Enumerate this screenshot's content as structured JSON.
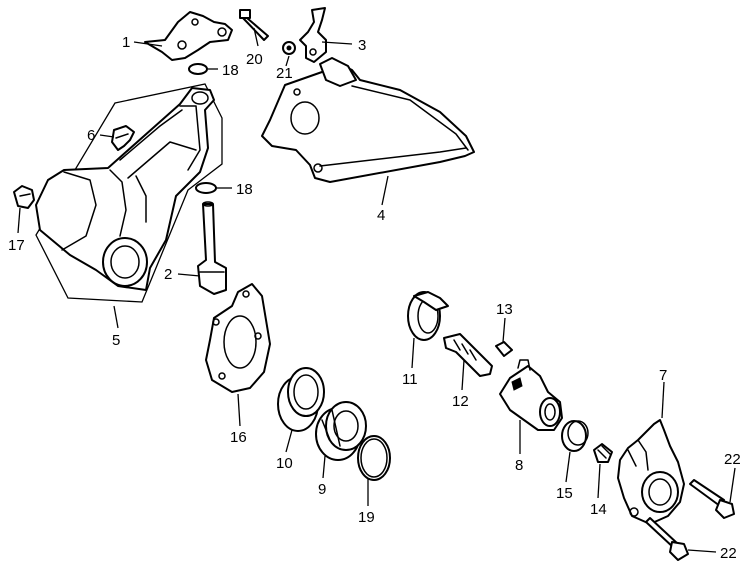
{
  "callouts": {
    "p1": "1",
    "p2": "2",
    "p3": "3",
    "p4": "4",
    "p5": "5",
    "p6": "6",
    "p7": "7",
    "p8": "8",
    "p9": "9",
    "p10": "10",
    "p11": "11",
    "p12": "12",
    "p13": "13",
    "p14": "14",
    "p15": "15",
    "p16": "16",
    "p17": "17",
    "p18a": "18",
    "p18b": "18",
    "p19": "19",
    "p20": "20",
    "p21": "21",
    "p22a": "22",
    "p22b": "22"
  },
  "colors": {
    "ink": "#000000",
    "paper": "#ffffff"
  }
}
